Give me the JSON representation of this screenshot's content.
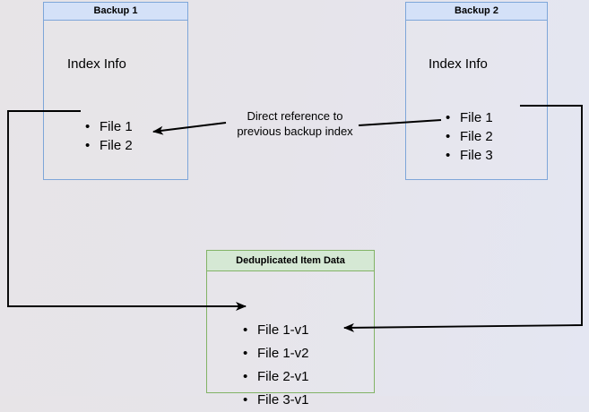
{
  "diagram": {
    "title": "Backup deduplication reference diagram",
    "background_left_color": "#e7e4e7",
    "background_right_color": "#e4e6f2"
  },
  "boxes": {
    "backup1": {
      "header": "Backup 1",
      "section_label": "Index Info",
      "header_fill": "#d4e1f8",
      "border_color": "#7ea6d9",
      "items": [
        "File 1",
        "File 2"
      ]
    },
    "backup2": {
      "header": "Backup 2",
      "section_label": "Index Info",
      "header_fill": "#d4e1f8",
      "border_color": "#7ea6d9",
      "items": [
        "File 1",
        "File 2",
        "File 3"
      ]
    },
    "dedup": {
      "header": "Deduplicated Item Data",
      "header_fill": "#d5e8d4",
      "border_color": "#82b366",
      "items": [
        "File 1-v1",
        "File 1-v2",
        "File 2-v1",
        "File 3-v1"
      ]
    }
  },
  "annotations": {
    "direct_reference": {
      "line1": "Direct reference to",
      "line2": "previous backup index"
    }
  },
  "connectors": [
    {
      "name": "backup1-file1-to-dedup-file1v1",
      "arrowhead": "right"
    },
    {
      "name": "backup2-file1-to-dedup-file1v2",
      "arrowhead": "left"
    },
    {
      "name": "backup2-file2-to-backup1-file2",
      "arrowhead": "left"
    }
  ]
}
